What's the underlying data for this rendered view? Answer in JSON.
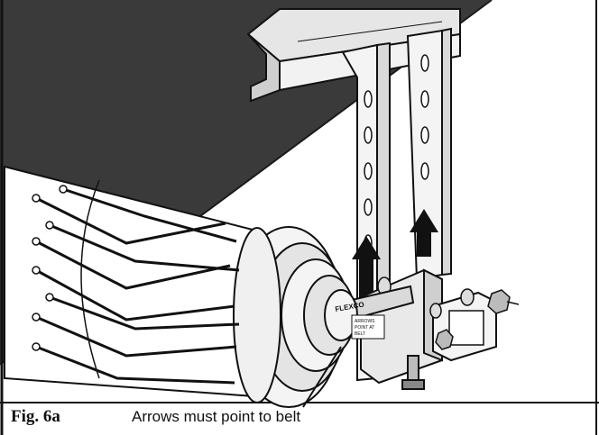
{
  "figure": {
    "label": "Fig. 6a",
    "caption": "Arrows must point to belt"
  },
  "labels": {
    "brand": "FLEXCO",
    "decal_line1": "ARROWS",
    "decal_line2": "POINT AT",
    "decal_line3": "BELT"
  },
  "colors": {
    "belt": "#3a3a3a",
    "line": "#111111",
    "background": "#ffffff"
  }
}
